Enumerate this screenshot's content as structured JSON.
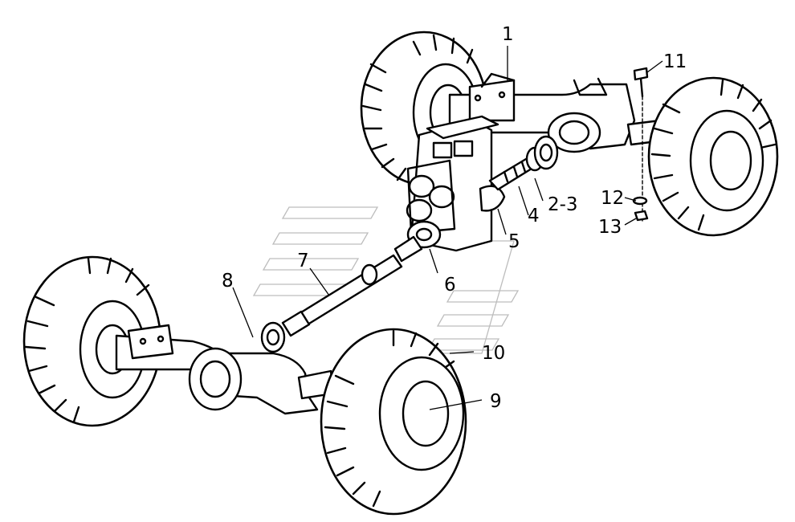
{
  "callouts": [
    {
      "id": "c1",
      "label": "1"
    },
    {
      "id": "c2",
      "label": "2-3"
    },
    {
      "id": "c4",
      "label": "4"
    },
    {
      "id": "c5",
      "label": "5"
    },
    {
      "id": "c6",
      "label": "6"
    },
    {
      "id": "c7",
      "label": "7"
    },
    {
      "id": "c8",
      "label": "8"
    },
    {
      "id": "c9",
      "label": "9"
    },
    {
      "id": "c10",
      "label": "10"
    },
    {
      "id": "c11",
      "label": "11"
    },
    {
      "id": "c12",
      "label": "12"
    },
    {
      "id": "c13",
      "label": "13"
    }
  ]
}
